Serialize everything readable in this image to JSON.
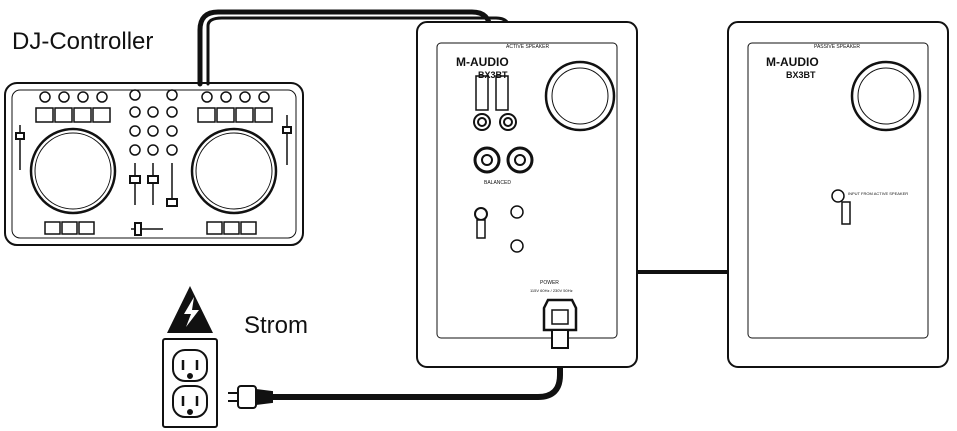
{
  "labels": {
    "dj_controller": "DJ-Controller",
    "power": "Strom"
  },
  "speakers": {
    "active": {
      "header": "ACTIVE SPEAKER",
      "brand": "M-AUDIO",
      "model": "BX3BT",
      "input_label": "BALANCED",
      "power_label": "POWER",
      "power_sub": "115V 60Hz / 230V 50Hz"
    },
    "passive": {
      "header": "PASSIVE SPEAKER",
      "brand": "M-AUDIO",
      "model": "BX3BT",
      "output_label": "INPUT FROM ACTIVE SPEAKER"
    }
  },
  "colors": {
    "line": "#111111",
    "panel": "#ffffff",
    "warning": "#111111"
  }
}
